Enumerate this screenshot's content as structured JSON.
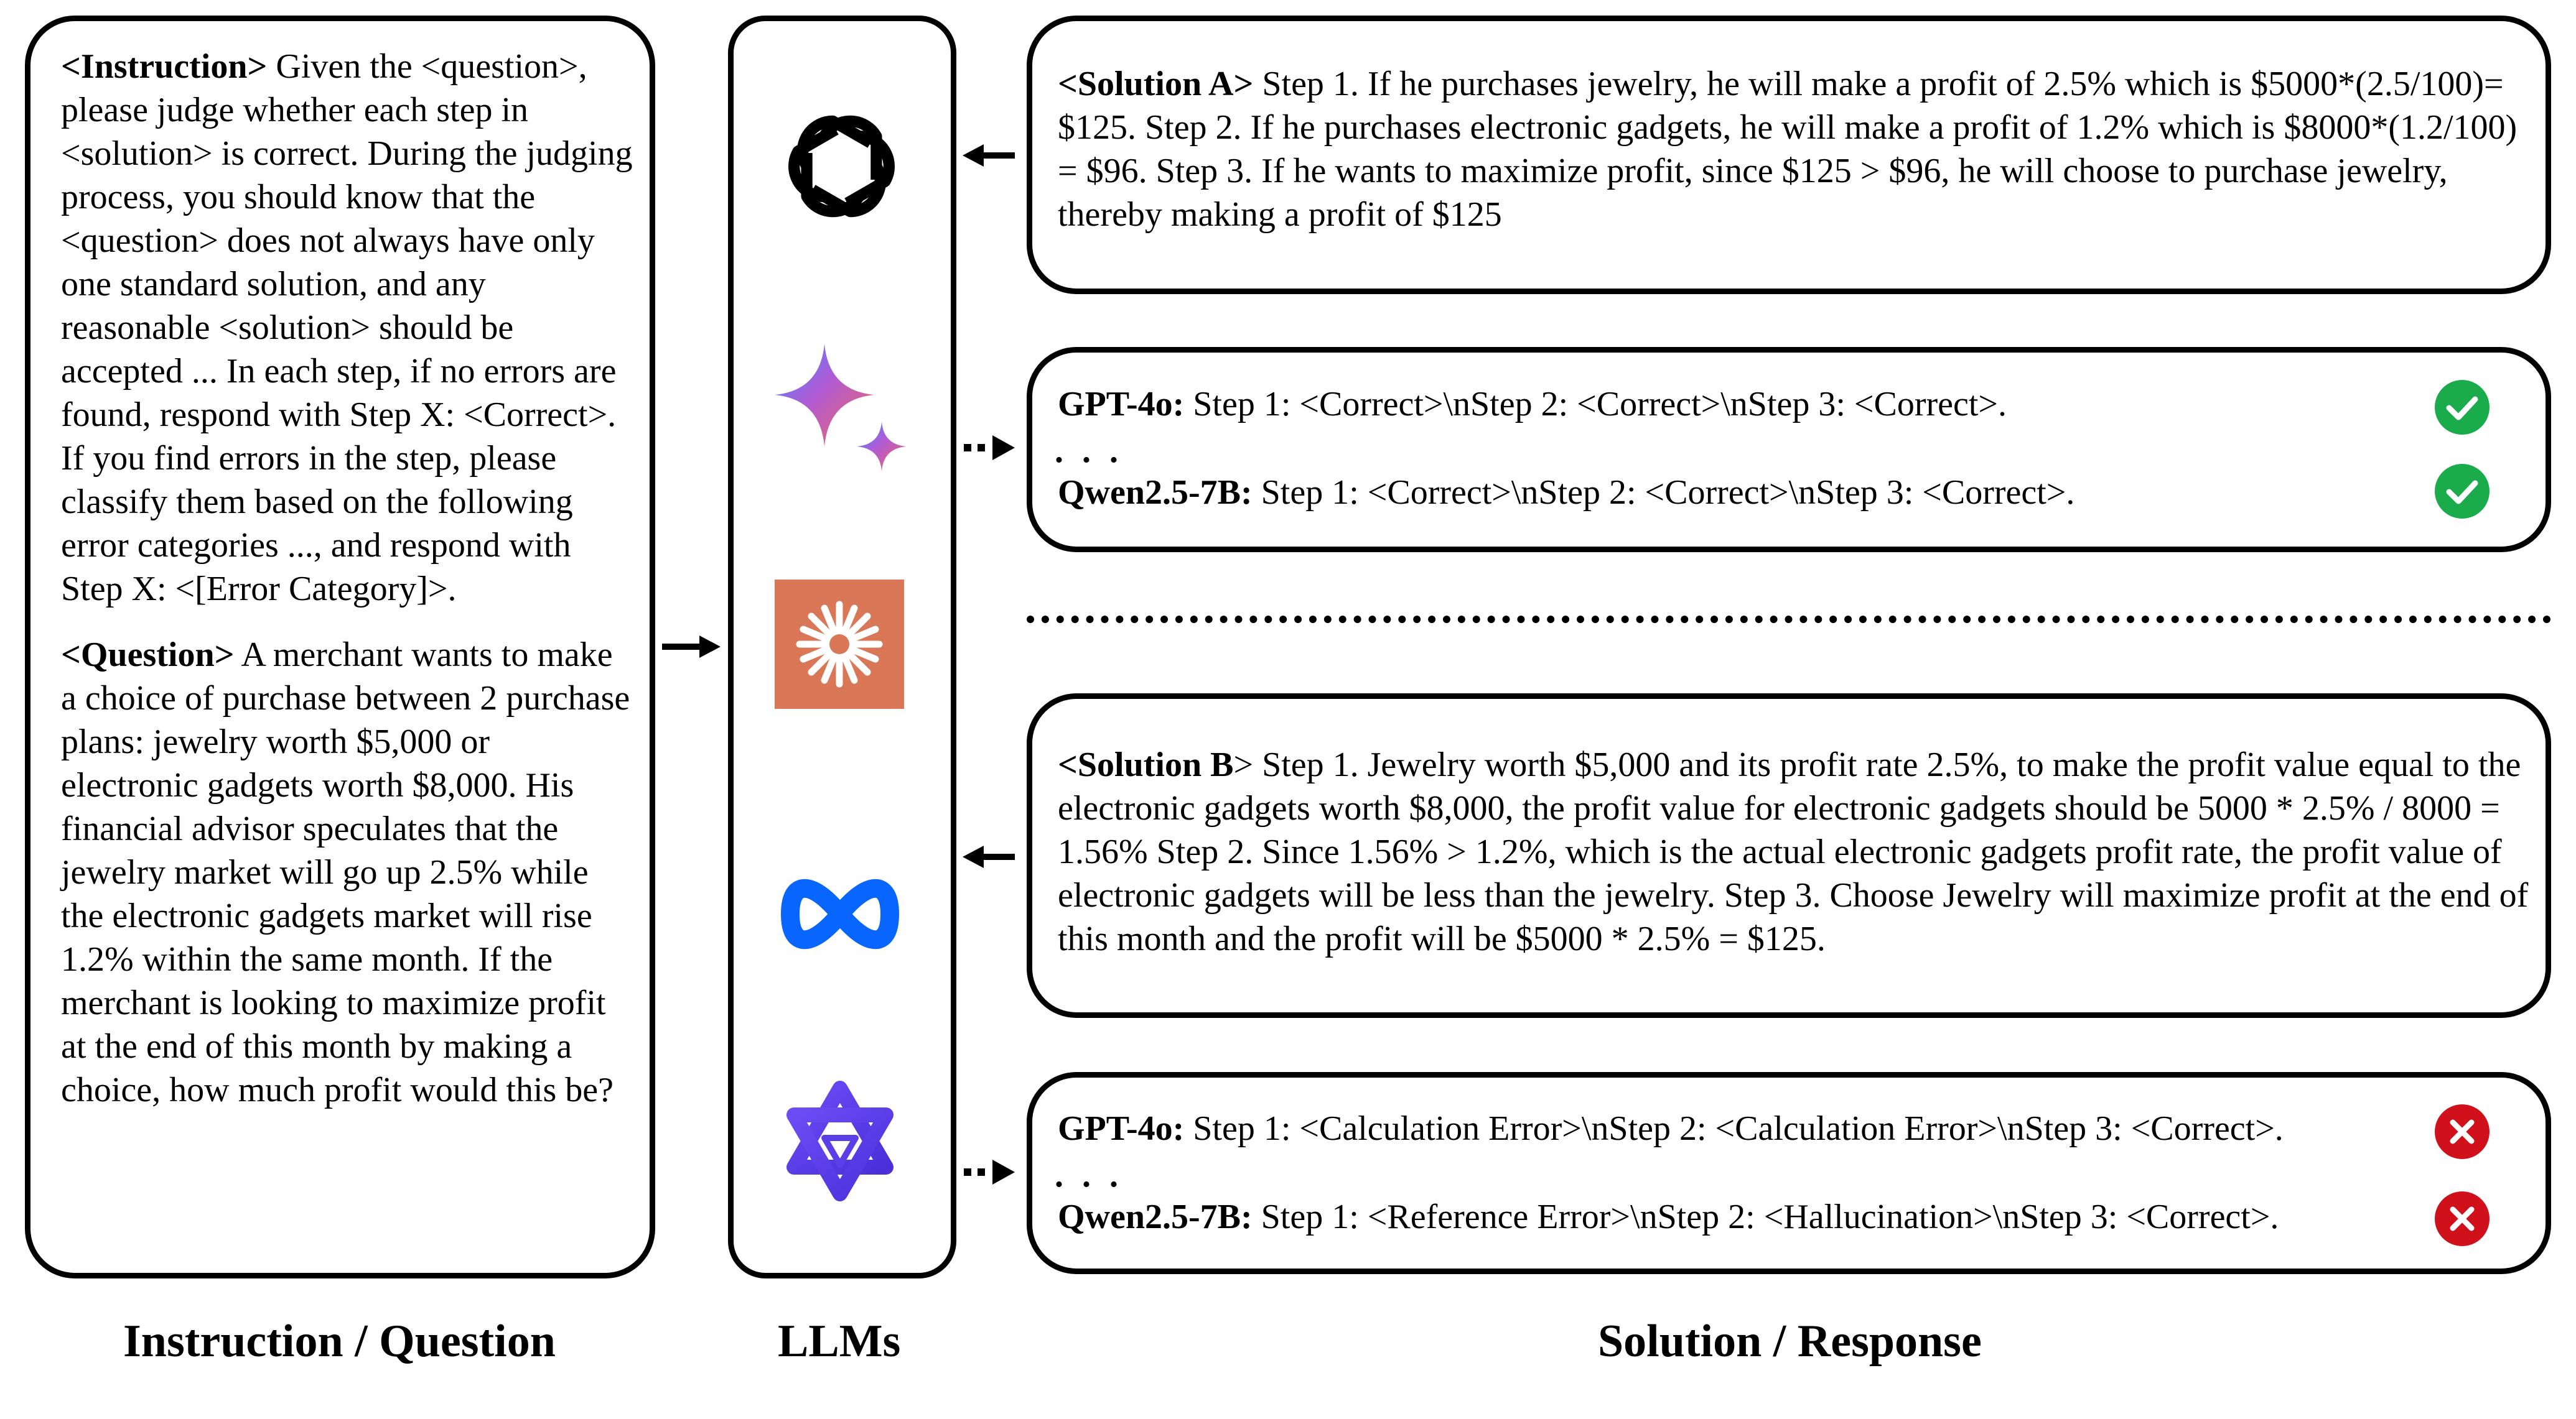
{
  "instruction": {
    "label": "<Instruction>",
    "text": " Given the <question>, please judge whether each step in <solution> is correct. During the judging process, you should know that the <question> does not always have only one standard solution, and any reasonable <solution> should be accepted ... In each step, if no errors are found, respond with Step X: <Correct>. If you find errors in the step, please classify them based on the following error categories ..., and respond with Step X: <[Error Category]>."
  },
  "question": {
    "label": "<Question>",
    "text": " A merchant wants to make a choice of purchase between 2 purchase plans: jewelry worth $5,000 or electronic gadgets worth $8,000. His financial advisor speculates that the jewelry market will go up 2.5% while the electronic gadgets market will rise 1.2% within the same month. If the merchant is looking to maximize profit at the end of this month by making a choice, how much profit would this be?"
  },
  "llm_icons": [
    "openai-icon",
    "gemini-icon",
    "claude-icon",
    "meta-icon",
    "qwen-icon"
  ],
  "solution_a": {
    "label": "<Solution A>",
    "text": " Step 1. If he purchases jewelry, he will make a profit of 2.5% which is $5000*(2.5/100)= $125. Step 2. If he purchases electronic gadgets, he will make a profit of 1.2% which is $8000*(1.2/100) = $96. Step 3. If he wants to maximize profit, since $125 > $96, he will choose to purchase jewelry, thereby making a profit of $125"
  },
  "response_a": {
    "row1_model": "GPT-4o:",
    "row1_text": " Step 1: <Correct>\\nStep 2: <Correct>\\nStep 3: <Correct>.",
    "ellipsis": ". . .",
    "row2_model": "Qwen2.5-7B:",
    "row2_text": " Step 1: <Correct>\\nStep 2: <Correct>\\nStep 3: <Correct>."
  },
  "solution_b": {
    "label": "<Solution B",
    "label_tail": ">",
    "text": " Step 1. Jewelry worth $5,000 and its profit rate 2.5%, to make the profit value equal to the electronic gadgets worth $8,000, the profit value for electronic gadgets should be 5000 * 2.5% / 8000 = 1.56% Step 2. Since 1.56% > 1.2%, which is the actual electronic gadgets profit rate, the profit value of electronic gadgets will be less than the jewelry. Step 3. Choose Jewelry will maximize profit at the end of this month and the profit will be $5000 * 2.5% = $125."
  },
  "response_b": {
    "row1_model": "GPT-4o:",
    "row1_text": " Step 1: <Calculation Error>\\nStep 2: <Calculation Error>\\nStep 3: <Correct>.",
    "ellipsis": ". . .",
    "row2_model": "Qwen2.5-7B:",
    "row2_text": " Step 1: <Reference Error>\\nStep 2: <Hallucination>\\nStep 3: <Correct>."
  },
  "captions": {
    "left": "Instruction / Question",
    "middle": "LLMs",
    "right": "Solution / Response"
  },
  "colors": {
    "correct": "#1aab4b",
    "error": "#d0111b",
    "claude_bg": "#d97757",
    "meta_blue": "#0866ff"
  }
}
